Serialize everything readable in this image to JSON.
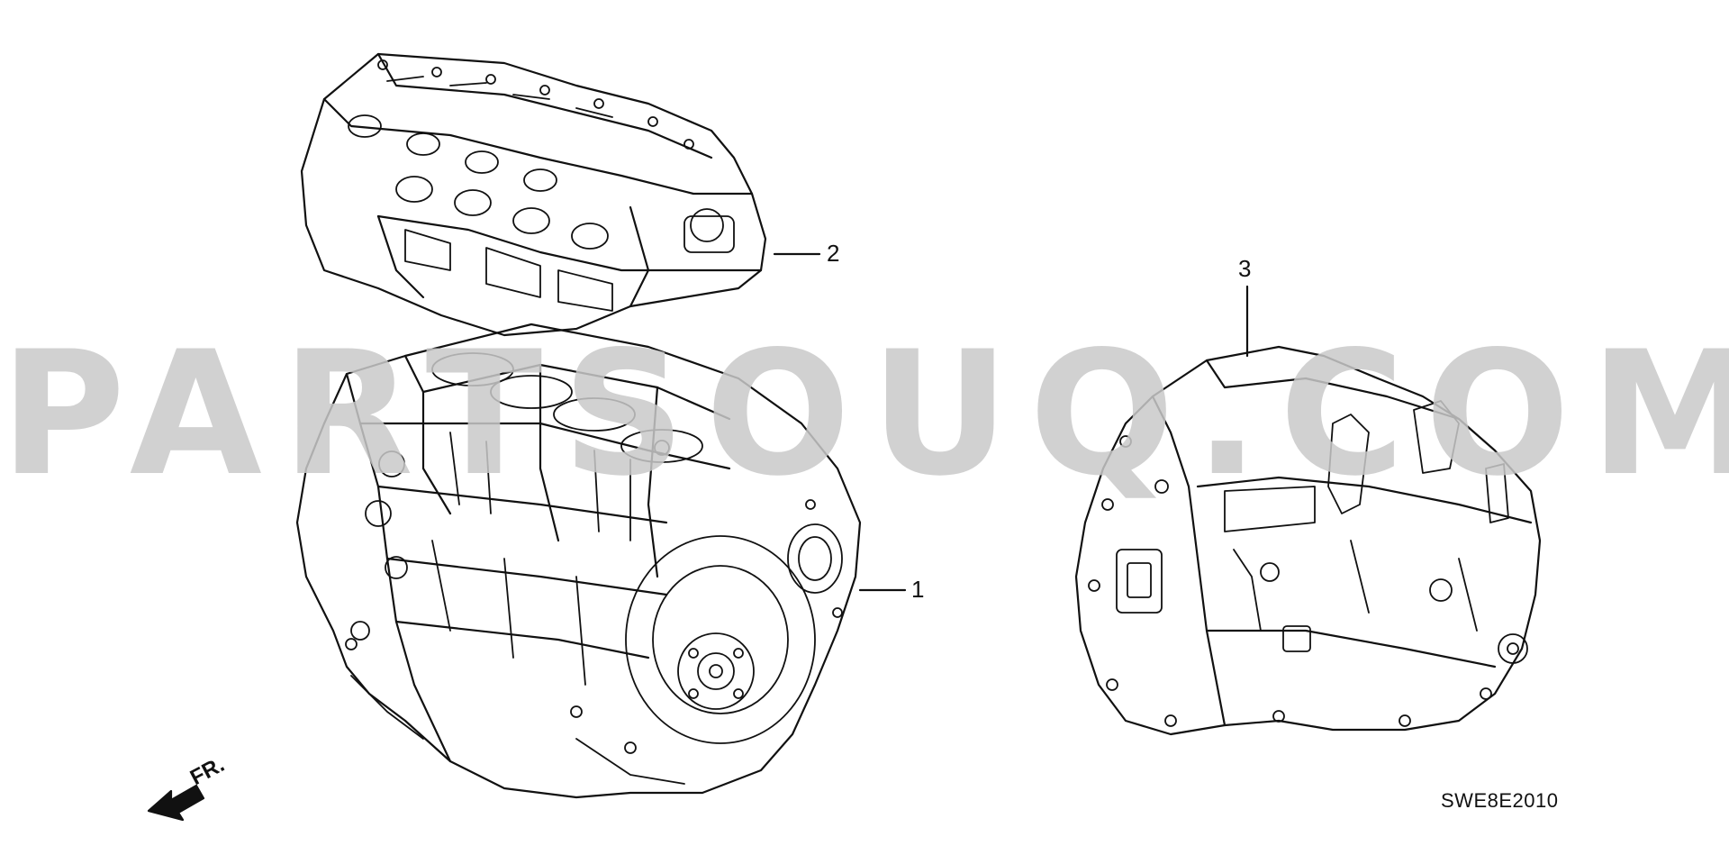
{
  "diagram": {
    "watermark_text": "PARTSOUQ.COM",
    "diagram_code": "SWE8E2010",
    "direction_label": "FR.",
    "callouts": [
      {
        "number": "1"
      },
      {
        "number": "2"
      },
      {
        "number": "3"
      }
    ]
  }
}
